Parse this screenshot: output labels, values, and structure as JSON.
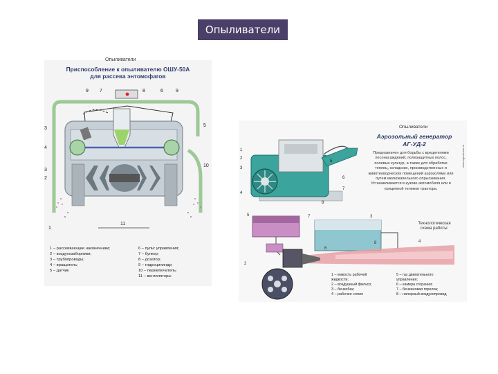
{
  "slide": {
    "title": "Опыливатели"
  },
  "left_poster": {
    "caption": "Опыливатели",
    "heading_line1": "Приспособление к опыливателю ОШУ-50А",
    "heading_line2": "для рассева энтомофагов",
    "callouts": [
      "9",
      "7",
      "8",
      "6",
      "9",
      "3",
      "4",
      "3",
      "2",
      "1",
      "5",
      "10",
      "11"
    ],
    "legend_col1": [
      "1 – рассеивающие наконечники;",
      "2 – воздухозаборники;",
      "3 – трубопроводы;",
      "4 – вращатель;",
      "5 – датчик"
    ],
    "legend_col2": [
      "6 – пульт управления;",
      "7 – бункер;",
      "8 – дозатор;",
      "9 – гидроцилиндр;",
      "10 – переключатель;",
      "11 – вентиляторы"
    ]
  },
  "right_poster": {
    "caption": "Опыливатели",
    "heading_line1": "Аэрозольный генератор",
    "heading_line2": "АГ-УД-2",
    "description": [
      "Предназначен для борьбы с вредителями",
      "лесонасаждений, полезащитных полос,",
      "полевых культур, а также для обработки",
      "теплиц, складских, производственных и",
      "животноводческих помещений аэрозолями или",
      "путем мелкокапельного опрыскивания.",
      "Устанавливается в кузове автомобиля или в",
      "прицепной тележке трактора."
    ],
    "scheme_caption": [
      "Технологическая",
      "схема работы:"
    ],
    "legend_col1": [
      "1 – емкость рабочей",
      "жидкости;",
      "2 – воздушный фильтр;",
      "3 – бензобак;",
      "4 – рабочее сопло"
    ],
    "legend_col2": [
      "5 – газ двигательного",
      "управления;",
      "6 – камера сгорания;",
      "7 – бензиновая горелка;",
      "8 – напорный воздухопровод"
    ],
    "side_note": "www.agroserver.ru",
    "callouts": [
      "1",
      "2",
      "3",
      "4",
      "5",
      "6",
      "7",
      "8"
    ]
  }
}
